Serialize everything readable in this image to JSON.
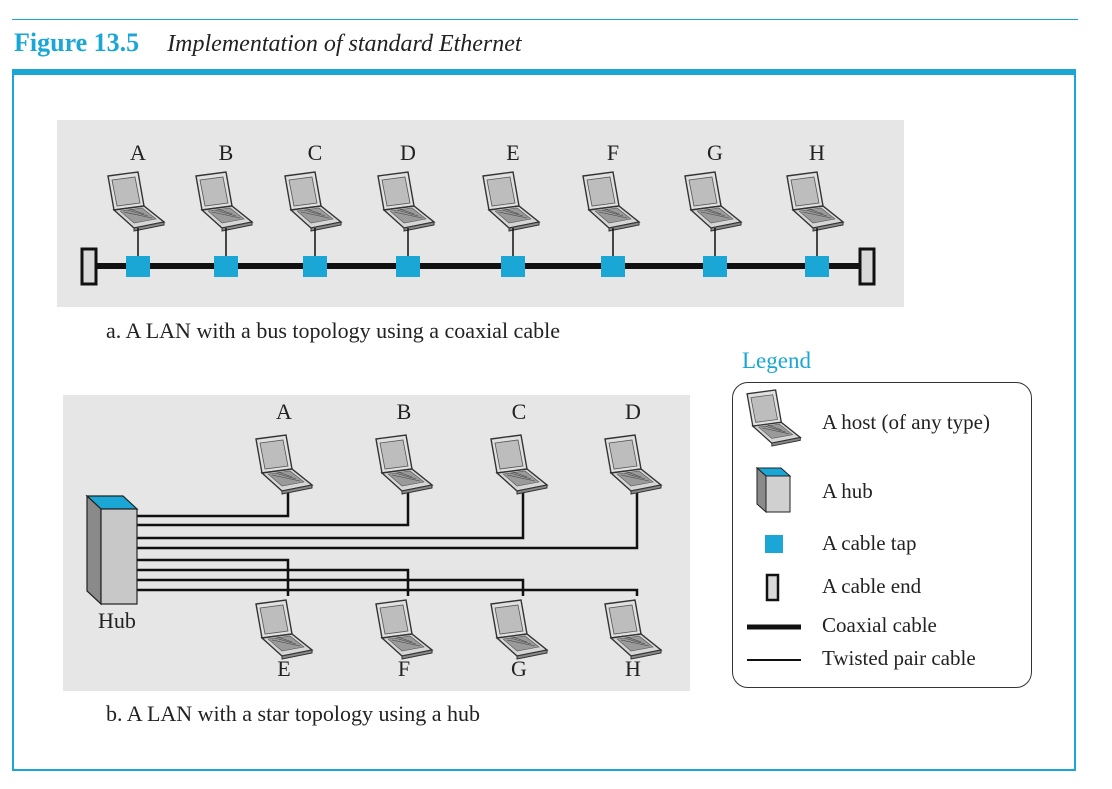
{
  "figure": {
    "number": "Figure 13.5",
    "title": "Implementation of standard Ethernet"
  },
  "bus": {
    "hosts": [
      "A",
      "B",
      "C",
      "D",
      "E",
      "F",
      "G",
      "H"
    ],
    "caption": "a. A LAN with a bus topology using a coaxial cable"
  },
  "star": {
    "hub_label": "Hub",
    "top_hosts": [
      "A",
      "B",
      "C",
      "D"
    ],
    "bottom_hosts": [
      "E",
      "F",
      "G",
      "H"
    ],
    "caption": "b. A LAN with a star topology using a hub"
  },
  "legend": {
    "title": "Legend",
    "items": [
      {
        "icon": "laptop-icon",
        "label": "A host (of any type)"
      },
      {
        "icon": "hub-icon",
        "label": "A hub"
      },
      {
        "icon": "cable-tap-icon",
        "label": "A cable tap"
      },
      {
        "icon": "cable-end-icon",
        "label": "A cable end"
      },
      {
        "icon": "coaxial-cable-icon",
        "label": "Coaxial cable"
      },
      {
        "icon": "twisted-pair-icon",
        "label": "Twisted pair cable"
      }
    ]
  },
  "colors": {
    "accent": "#1aa7d6",
    "tap": "#1aa7d6",
    "panel": "#e6e6e6",
    "hub_top": "#1aa7d6"
  }
}
